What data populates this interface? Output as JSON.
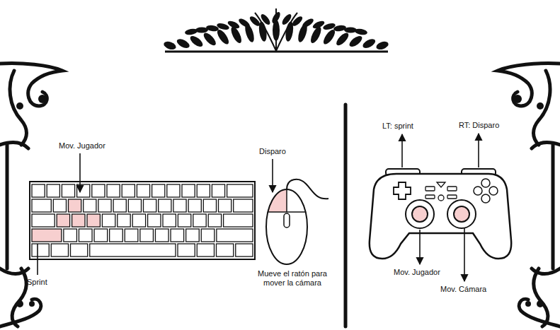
{
  "diagram": {
    "labels": [
      "Mov. Jugador",
      "Disparo",
      "Sprint",
      "Mueve el ratón para mover la cámara",
      "LT: sprint",
      "RT: Disparo",
      "Mov. Jugador",
      "Mov. Cámara"
    ]
  }
}
